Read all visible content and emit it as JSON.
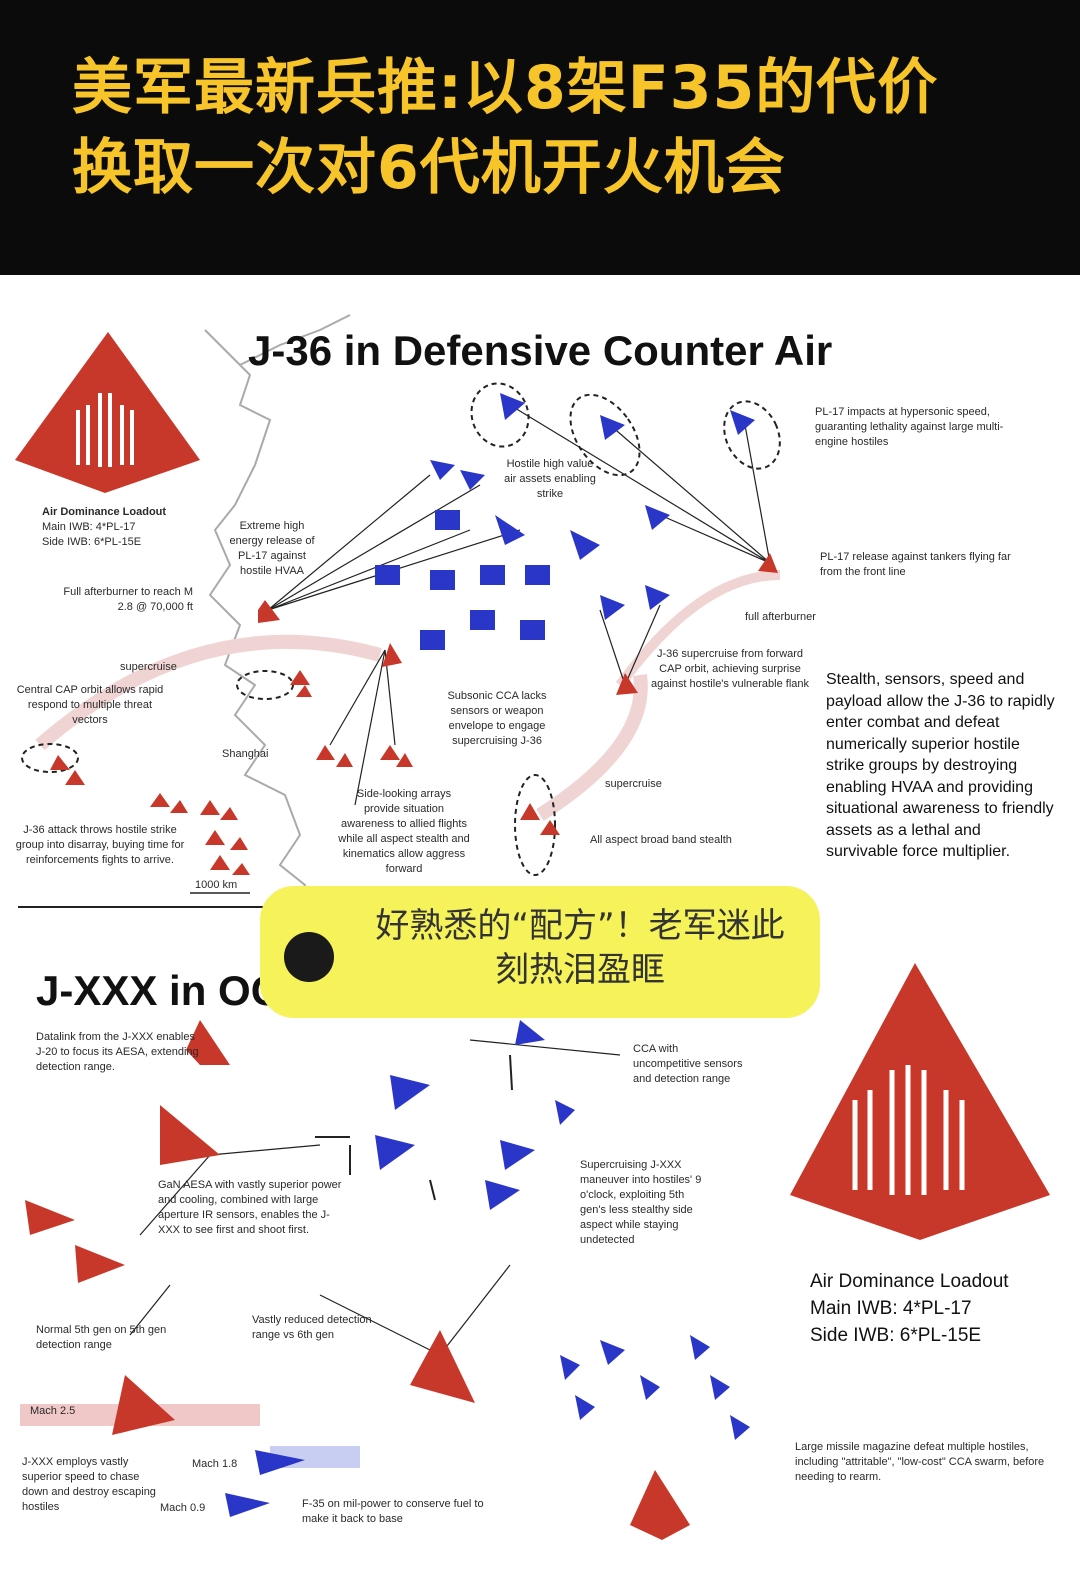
{
  "headline": "美军最新兵推:以8架F35的代价换取一次对6代机开火机会",
  "main_title": "J-36 in Defensive Counter Air",
  "section_title": "J-XXX in OC",
  "comment_bubble": "好熟悉的“配方”！老军迷此刻热泪盈眶",
  "right_paragraph": "Stealth, sensors, speed and payload allow the J-36 to rapidly enter combat and defeat numerically superior hostile strike groups by destroying enabling HVAA and providing situational awareness to friendly assets as a lethal and survivable force multiplier.",
  "loadout_top": {
    "heading": "Air Dominance Loadout",
    "main": "Main IWB: 4*PL-17",
    "side": "Side IWB: 6*PL-15E"
  },
  "loadout_bottom": {
    "heading": "Air Dominance Loadout",
    "main": "Main IWB: 4*PL-17",
    "side": "Side IWB: 6*PL-15E"
  },
  "annotations": {
    "extreme_energy": "Extreme high energy release of PL-17 against hostile HVAA",
    "afterburner": "Full afterburner to reach M 2.8 @ 70,000 ft",
    "hostile_hva": "Hostile high value air assets enabling strike",
    "pl17_impacts": "PL-17 impacts at hypersonic speed, guaranting lethality against large multi-engine hostiles",
    "pl17_release": "PL-17 release against tankers flying far from the front line",
    "full_ab": "full afterburner",
    "supercruise_fwd": "J-36 supercruise from forward CAP orbit, achieving surprise against hostile's vulnerable flank",
    "supercruise1": "supercruise",
    "supercruise2": "supercruise",
    "central_cap": "Central CAP orbit allows rapid respond to multiple threat vectors",
    "subsonic_cca": "Subsonic CCA lacks sensors or weapon envelope to engage supercruising J-36",
    "shanghai": "Shanghai",
    "side_arrays": "Side-looking arrays provide situation awareness to allied flights while all aspect stealth and kinematics allow aggress forward",
    "all_aspect": "All aspect broad band stealth",
    "j36_attack": "J-36 attack throws hostile strike group into disarray, buying time for reinforcements fights to arrive.",
    "scale": "1000 km",
    "datalink": "Datalink from the J-XXX enables J-20 to focus its AESA, extending detection range.",
    "cca_with": "CCA with uncompetitive sensors and detection range",
    "gan_aesa": "GaN AESA with vastly superior power and cooling, combined with large aperture IR sensors, enables the J-XXX to see first and shoot first.",
    "supercruising": "Supercruising J-XXX maneuver into hostiles' 9 o'clock, exploiting 5th gen's less stealthy side aspect while staying undetected",
    "normal_5th": "Normal 5th gen on 5th gen detection range",
    "vastly_reduced": "Vastly reduced detection range vs 6th gen",
    "mach25": "Mach 2.5",
    "mach18": "Mach 1.8",
    "mach09": "Mach 0.9",
    "jxxx_speed": "J-XXX employs vastly superior speed to chase down and destroy escaping hostiles",
    "f35_milpower": "F-35 on mil-power to conserve fuel to make it back to base",
    "large_magazine": "Large missile magazine defeat multiple hostiles, including \"attritable\", \"low-cost\" CCA swarm, before needing to rearm."
  },
  "colors": {
    "header_bg": "#0b0b0b",
    "headline": "#f7c52a",
    "friendly_red": "#c8382a",
    "hostile_blue": "#2a36c8",
    "bubble": "#f5f25a"
  }
}
